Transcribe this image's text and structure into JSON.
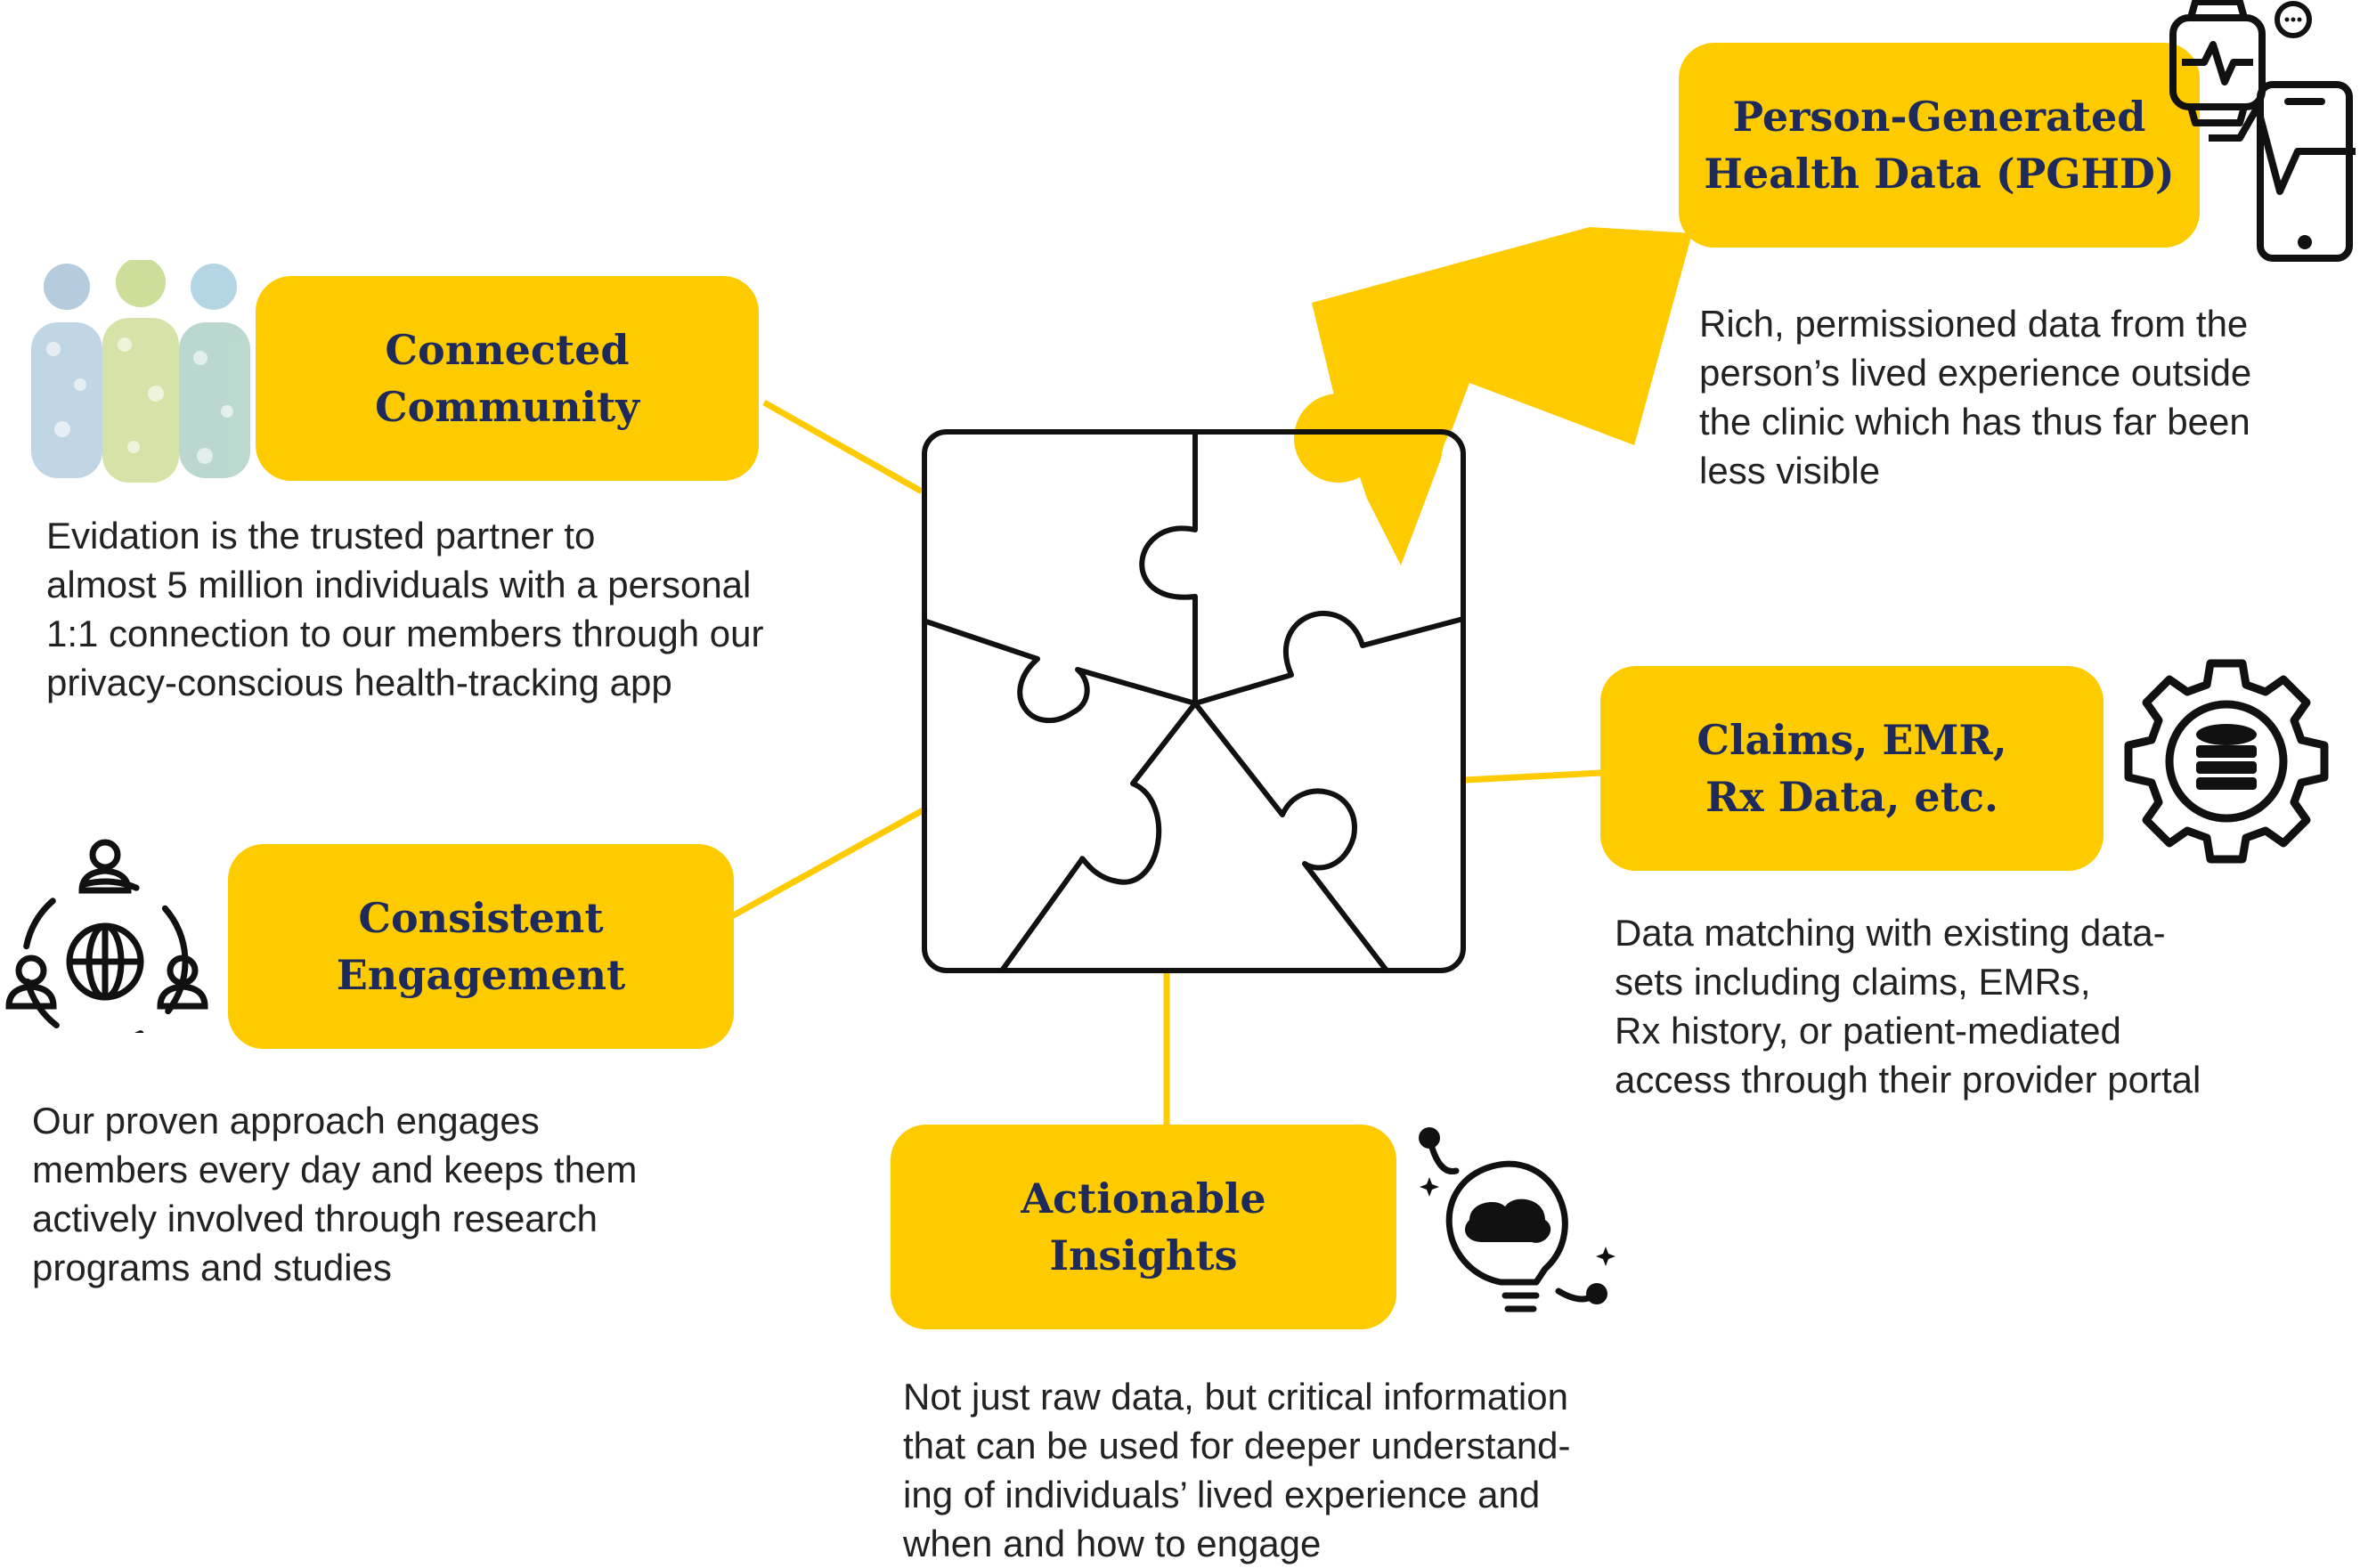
{
  "colors": {
    "accent": "#FECB00",
    "heading": "#1E2A5A",
    "text": "#222222",
    "outline": "#111111"
  },
  "nodes": {
    "pghd": {
      "title": "Person-Generated\nHealth Data (PGHD)",
      "description": "Rich, permissioned data from the\nperson’s lived experience outside\nthe clinic which has thus far been\nless visible",
      "icon": "smartwatch-phone-icon"
    },
    "community": {
      "title": "Connected\nCommunity",
      "description": "Evidation is the trusted partner to\nalmost 5 million individuals with a personal\n1:1 connection to our members through our\nprivacy-conscious health-tracking app",
      "icon": "people-dots-icon"
    },
    "claims": {
      "title": "Claims, EMR,\nRx Data, etc.",
      "description": "Data matching with existing data-\nsets including claims, EMRs,\nRx history, or patient-mediated\naccess through their provider portal",
      "icon": "gear-database-icon"
    },
    "engagement": {
      "title": "Consistent\nEngagement",
      "description": "Our proven approach engages\nmembers every day and keeps them\nactively involved through research\nprograms and studies",
      "icon": "global-network-people-icon"
    },
    "insights": {
      "title": "Actionable\nInsights",
      "description": "Not just raw data, but critical information\nthat can be used for deeper understand-\ning of individuals’ lived experience and\nwhen and how to engage",
      "icon": "lightbulb-brain-icon"
    }
  }
}
